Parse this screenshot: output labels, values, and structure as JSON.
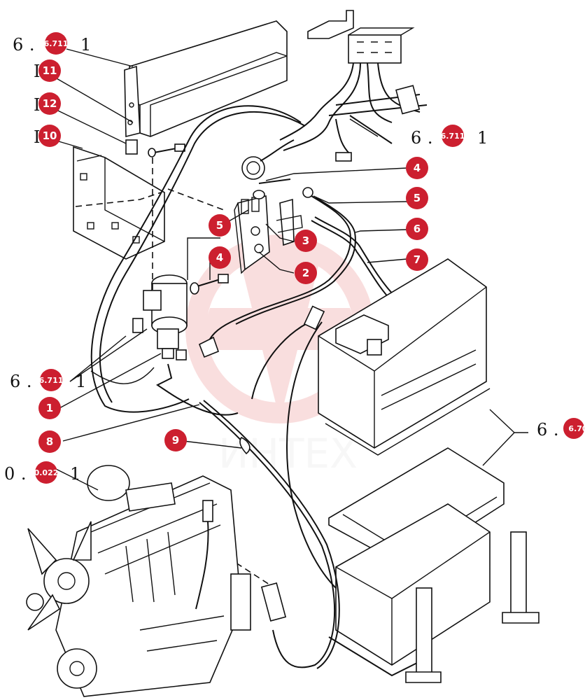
{
  "watermark": {
    "text": "ИНТЕХ",
    "color": "#e03a3a"
  },
  "badge_color": "#cc1f2f",
  "refs": {
    "r1": {
      "prefix": "6 .",
      "badge": "6.711",
      "suffix": "1"
    },
    "r2": {
      "prefix": "6 .",
      "badge": "6.711",
      "suffix": "1"
    },
    "r3": {
      "prefix": "6 .",
      "badge": "6.711",
      "suffix": "1"
    },
    "r4": {
      "prefix": "6 .",
      "badge": "6.70",
      "suffix": ""
    },
    "r5": {
      "prefix": "0 .",
      "badge": "0.022",
      "suffix": "1"
    }
  },
  "badges": {
    "b1": "1",
    "b2": "2",
    "b3": "3",
    "b4a": "4",
    "b4b": "4",
    "b5a": "5",
    "b5b": "5",
    "b6": "6",
    "b7": "7",
    "b8": "8",
    "b9": "9",
    "b10": "10",
    "b11": "11",
    "b12": "12"
  }
}
